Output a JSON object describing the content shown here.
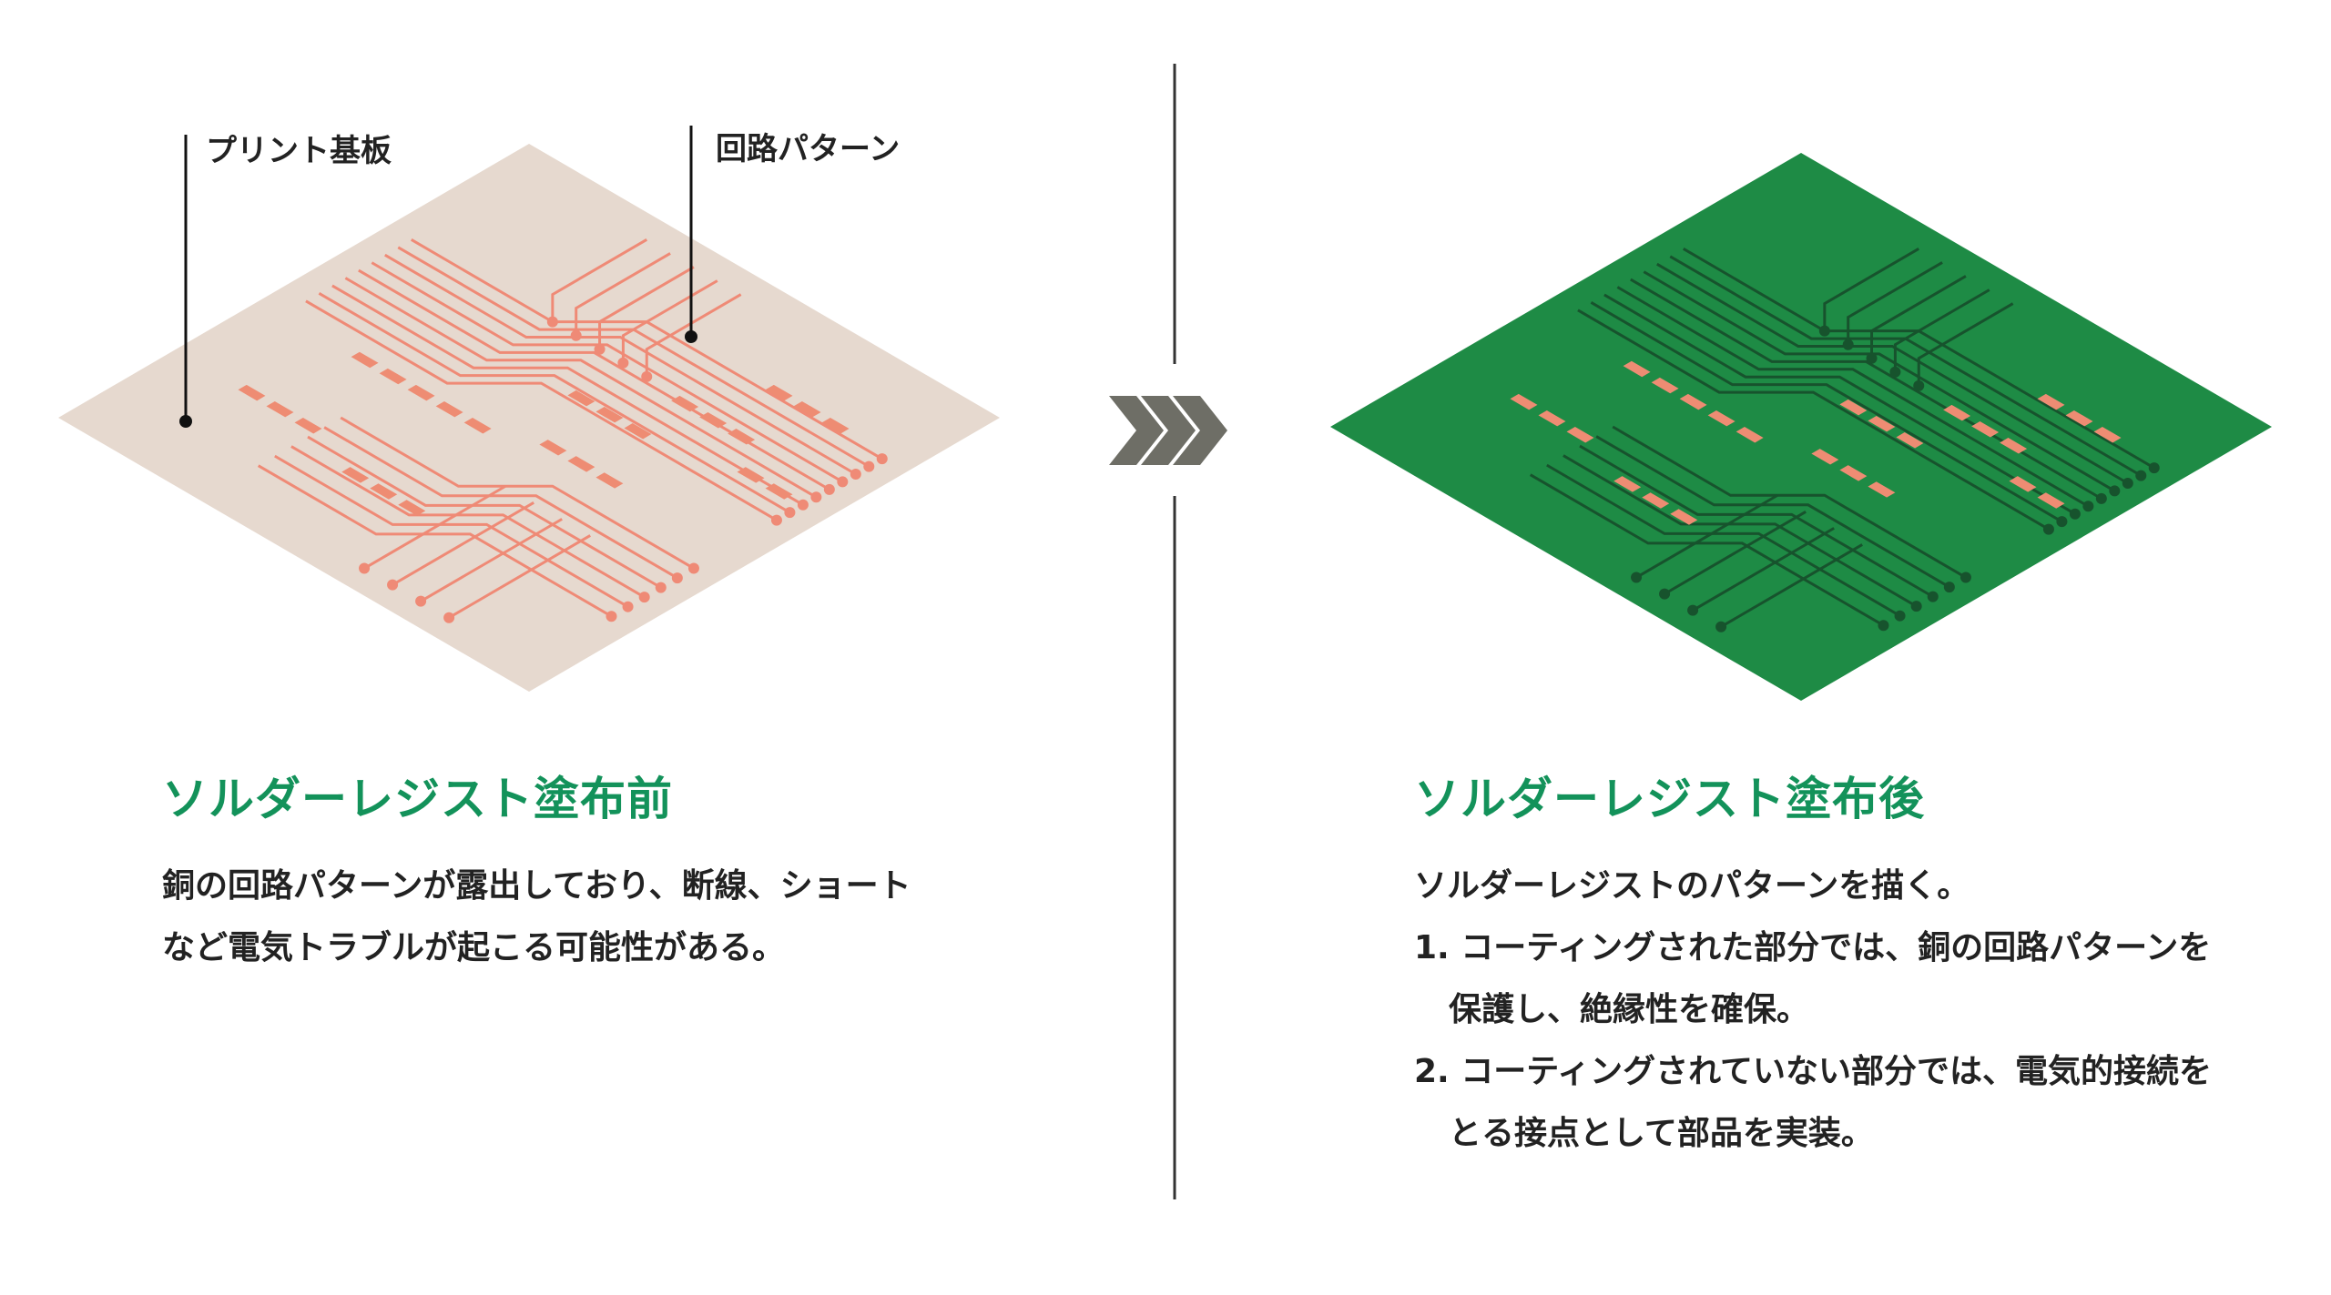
{
  "labels": {
    "substrate": "プリント基板",
    "circuit_pattern": "回路パターン"
  },
  "before": {
    "heading": "ソルダーレジスト塗布前",
    "lines": [
      "銅の回路パターンが露出しており、断線、ショート",
      "など電気トラブルが起こる可能性がある。"
    ]
  },
  "after": {
    "heading": "ソルダーレジスト塗布後",
    "lines": [
      "ソルダーレジストのパターンを描く。",
      "1. コーティングされた部分では、銅の回路パターンを",
      "保護し、絶縁性を確保。",
      "2. コーティングされていない部分では、電気的接続を",
      "とる接点として部品を実装。"
    ]
  },
  "colors": {
    "board_before": "#e6d9cf",
    "trace_before": "#ef8a76",
    "board_after": "#1e8b45",
    "trace_after": "#17532d",
    "pad": "#ee8c73",
    "heading": "#13925a",
    "arrow": "#6e6e66"
  }
}
